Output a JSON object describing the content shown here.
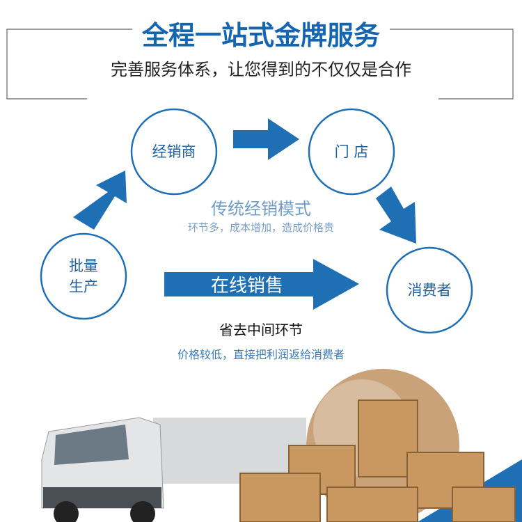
{
  "header": {
    "title": "全程一站式金牌服务",
    "subtitle": "完善服务体系，让您得到的不仅仅是合作"
  },
  "nodes": {
    "dealer": "经销商",
    "store": "门 店",
    "production_line1": "批量",
    "production_line2": "生产",
    "consumer": "消费者"
  },
  "traditional": {
    "title": "传统经销模式",
    "desc": "环节多，成本增加，造成价格贵"
  },
  "online": {
    "label": "在线销售",
    "title": "省去中间环节",
    "desc": "价格较低，直接把利润返给消费者"
  },
  "colors": {
    "accent": "#1f6fb5",
    "title": "#1565b0"
  }
}
